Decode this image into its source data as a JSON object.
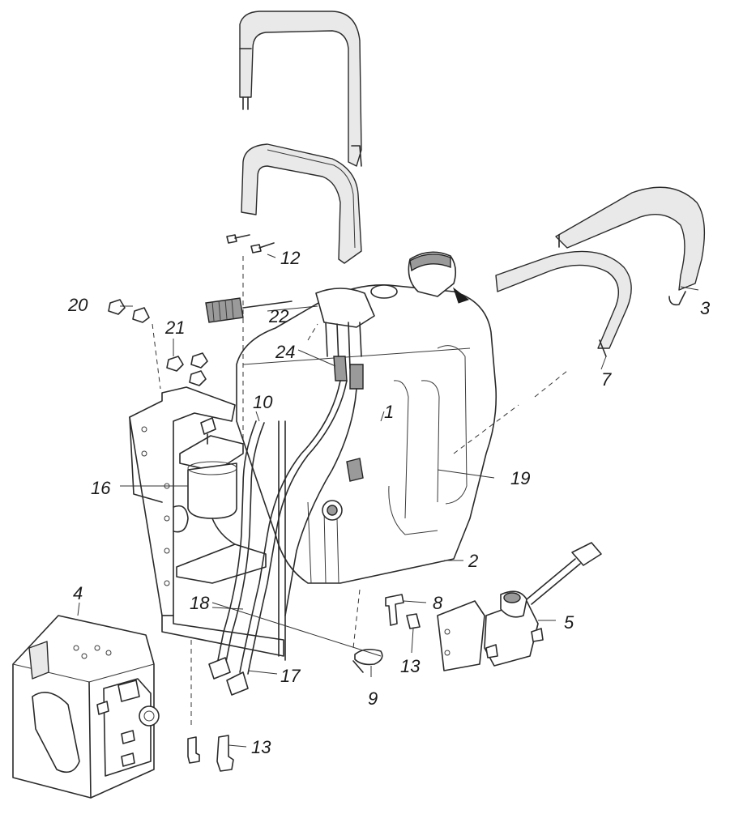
{
  "labels": [
    {
      "id": "label-1",
      "text": "1"
    },
    {
      "id": "label-2",
      "text": "2"
    },
    {
      "id": "label-3",
      "text": "3"
    },
    {
      "id": "label-4",
      "text": "4"
    },
    {
      "id": "label-5",
      "text": "5"
    },
    {
      "id": "label-7",
      "text": "7"
    },
    {
      "id": "label-8",
      "text": "8"
    },
    {
      "id": "label-9",
      "text": "9"
    },
    {
      "id": "label-10",
      "text": "10"
    },
    {
      "id": "label-12",
      "text": "12"
    },
    {
      "id": "label-13a",
      "text": "13"
    },
    {
      "id": "label-13b",
      "text": "13"
    },
    {
      "id": "label-16",
      "text": "16"
    },
    {
      "id": "label-17",
      "text": "17"
    },
    {
      "id": "label-18",
      "text": "18"
    },
    {
      "id": "label-19",
      "text": "19"
    },
    {
      "id": "label-20",
      "text": "20"
    },
    {
      "id": "label-21",
      "text": "21"
    },
    {
      "id": "label-22",
      "text": "22"
    },
    {
      "id": "label-24",
      "text": "24"
    }
  ]
}
